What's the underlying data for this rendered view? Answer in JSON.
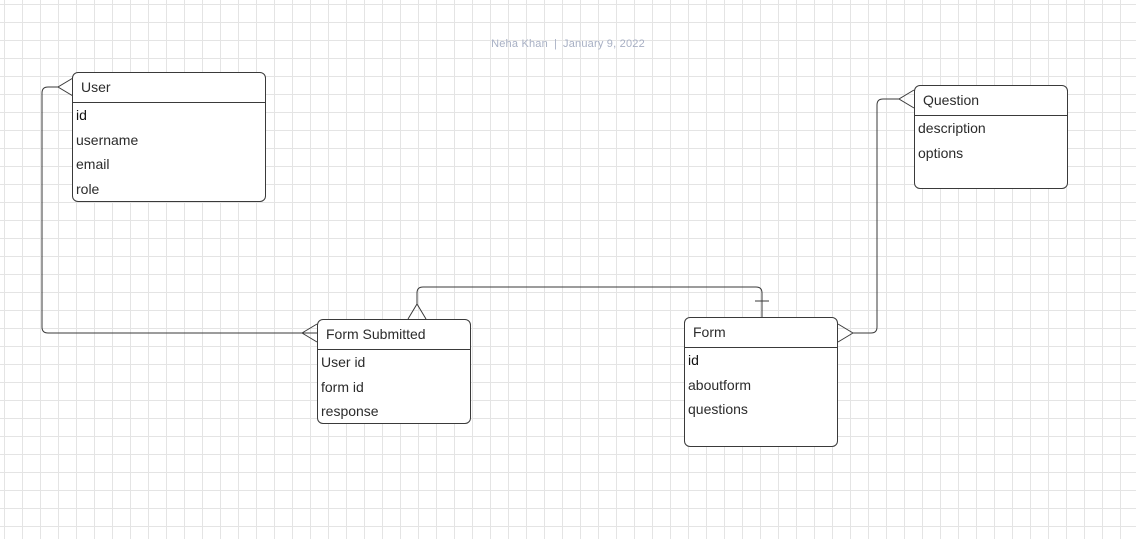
{
  "header": {
    "author": "Neha Khan",
    "separator": "|",
    "date": "January 9, 2022"
  },
  "entities": {
    "user": {
      "name": "User",
      "fields": [
        "id",
        "username",
        "email",
        "role"
      ]
    },
    "question": {
      "name": "Question",
      "fields": [
        "description",
        "options"
      ]
    },
    "form_submitted": {
      "name": "Form Submitted",
      "fields": [
        "User id",
        "form id",
        "response"
      ]
    },
    "form": {
      "name": "Form",
      "fields": [
        "id",
        "aboutform",
        "questions"
      ]
    }
  },
  "relationships": [
    {
      "from": "user",
      "to": "form_submitted",
      "from_end": "many",
      "to_end": "many"
    },
    {
      "from": "form",
      "to": "form_submitted",
      "from_end": "one",
      "to_end": "many"
    },
    {
      "from": "question",
      "to": "form",
      "from_end": "many",
      "to_end": "many"
    }
  ],
  "colors": {
    "line": "#3a3a3a",
    "grid": "#e4e4e4",
    "meta_text": "#a8b0c4"
  }
}
